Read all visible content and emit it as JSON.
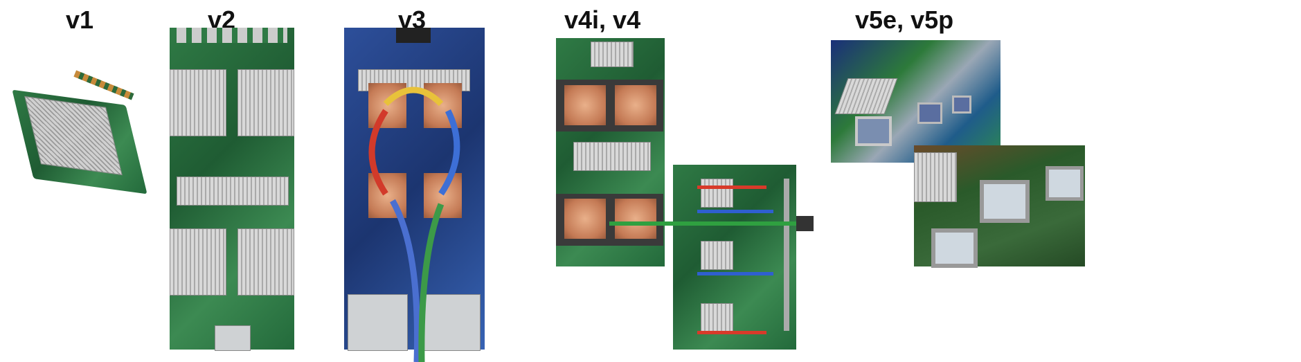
{
  "figure": {
    "panels": [
      {
        "label": "v1"
      },
      {
        "label": "v2"
      },
      {
        "label": "v3"
      },
      {
        "label": "v4i, v4"
      },
      {
        "label": "v5e, v5p"
      }
    ]
  }
}
